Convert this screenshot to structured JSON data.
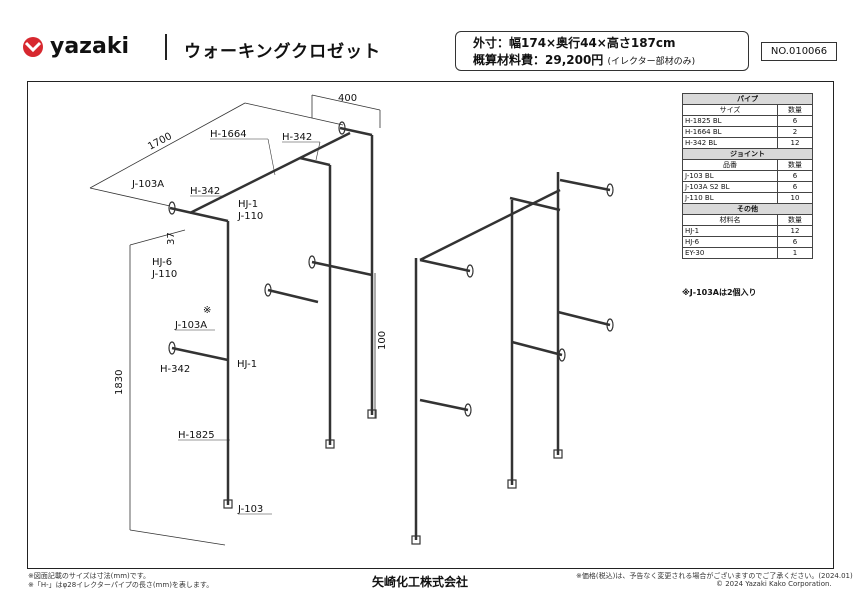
{
  "brand": {
    "logo_text": "yazaki"
  },
  "title": "ウォーキングクロゼット",
  "spec": {
    "line1": "外寸：幅174×奥行44×高さ187cm",
    "line2_main": "概算材料費：29,200円",
    "line2_note": "(イレクター部材のみ)"
  },
  "doc_no": "NO.010066",
  "parts_table": {
    "sections": [
      {
        "title": "パイプ",
        "col1": "サイズ",
        "col2": "数量",
        "rows": [
          [
            "H-1825 BL",
            "6"
          ],
          [
            "H-1664 BL",
            "2"
          ],
          [
            "H-342 BL",
            "12"
          ]
        ]
      },
      {
        "title": "ジョイント",
        "col1": "品番",
        "col2": "数量",
        "rows": [
          [
            "J-103 BL",
            "6"
          ],
          [
            "J-103A S2 BL",
            "6"
          ],
          [
            "J-110 BL",
            "10"
          ]
        ]
      },
      {
        "title": "その他",
        "col1": "材料名",
        "col2": "数量",
        "rows": [
          [
            "HJ-1",
            "12"
          ],
          [
            "HJ-6",
            "6"
          ],
          [
            "EY-30",
            "1"
          ]
        ]
      }
    ],
    "note": "※J-103Aは2個入り"
  },
  "dimensions": {
    "depth": "400",
    "width": "1700",
    "height": "1830",
    "gap": "37",
    "spacing": "100"
  },
  "labels": {
    "h1664": "H-1664",
    "h342_top": "H-342",
    "j103a_top": "J-103A",
    "h342_mid": "H-342",
    "hj1_top": "HJ-1",
    "j110_top": "J-110",
    "hj6": "HJ-6",
    "j110_mid": "J-110",
    "note_mark": "※",
    "j103a_low": "J-103A",
    "h342_low": "H-342",
    "hj1_low": "HJ-1",
    "h1825": "H-1825",
    "j103_bottom": "J-103"
  },
  "footer": {
    "left1": "※図面記載のサイズは寸法(mm)です。",
    "left2": "※「H-」はφ28イレクターパイプの長さ(mm)を表します。",
    "company": "矢崎化工株式会社",
    "right1": "※価格(税込)は、予告なく変更される場合がございますのでご了承ください。(2024.01)",
    "right2": "© 2024 Yazaki Kako Corporation."
  },
  "colors": {
    "brand_red": "#d7282f",
    "line": "#333333",
    "table_header": "#d9d9d9"
  }
}
